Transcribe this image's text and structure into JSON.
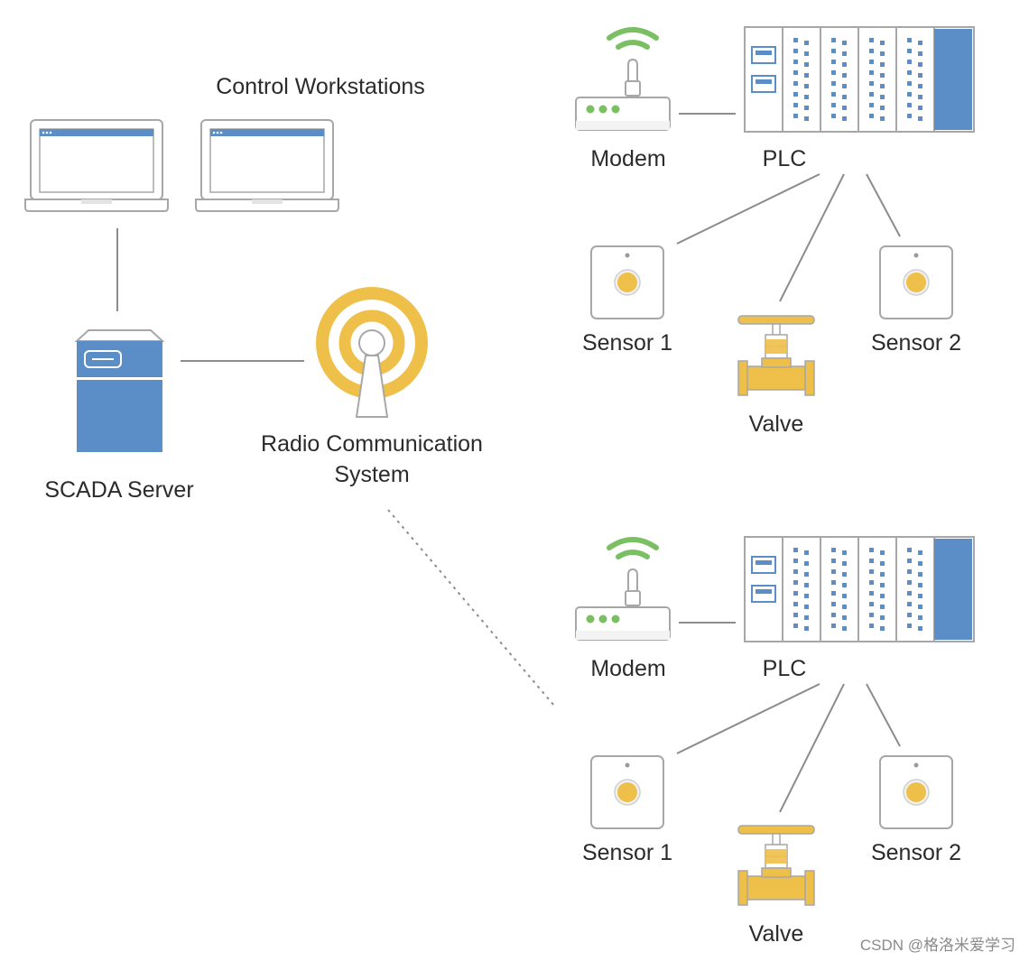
{
  "labels": {
    "control_workstations": "Control Workstations",
    "scada_server": "SCADA Server",
    "radio_line1": "Radio Communication",
    "radio_line2": "System"
  },
  "sites": [
    {
      "modem": "Modem",
      "plc": "PLC",
      "sensor1": "Sensor 1",
      "sensor2": "Sensor 2",
      "valve": "Valve"
    },
    {
      "modem": "Modem",
      "plc": "PLC",
      "sensor1": "Sensor 1",
      "sensor2": "Sensor 2",
      "valve": "Valve"
    }
  ],
  "watermark": "CSDN @格洛米爱学习",
  "colors": {
    "blue": "#5b8ec6",
    "yellow": "#eec04a",
    "green": "#7bbf63",
    "line": "#8c8c8c",
    "outline": "#a7a7a7"
  },
  "icons": [
    "laptop-icon",
    "server-icon",
    "antenna-icon",
    "modem-icon",
    "wifi-icon",
    "plc-icon",
    "sensor-icon",
    "valve-icon"
  ]
}
